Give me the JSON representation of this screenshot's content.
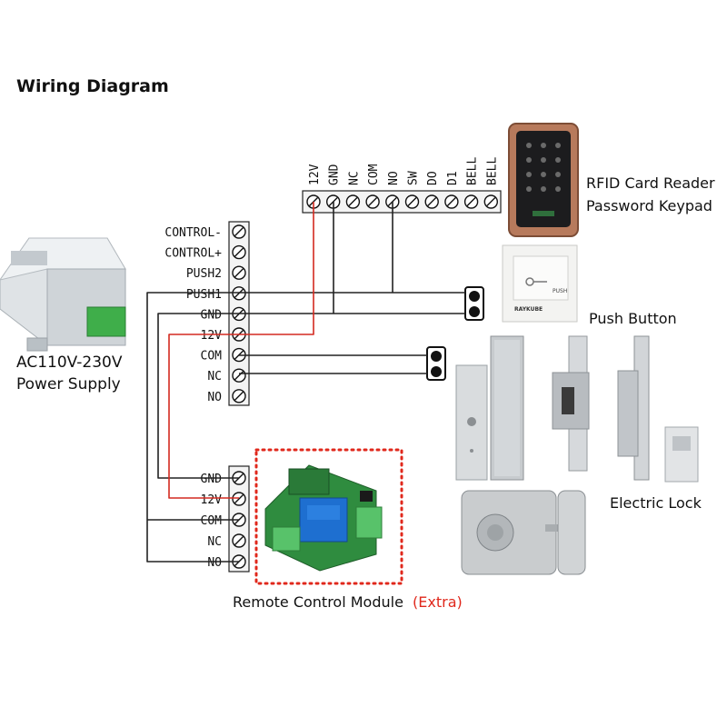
{
  "title": "Wiring Diagram",
  "power_supply": {
    "label_line1": "AC110V-230V",
    "label_line2": "Power Supply",
    "terminals": [
      "CONTROL-",
      "CONTROL+",
      "PUSH2",
      "PUSH1",
      "GND",
      "12V",
      "COM",
      "NC",
      "NO"
    ]
  },
  "reader": {
    "label_line1": "RFID Card Reader",
    "label_line2": "Password Keypad",
    "terminals": [
      "12V",
      "GND",
      "NC",
      "COM",
      "NO",
      "SW",
      "DO",
      "D1",
      "BELL",
      "BELL"
    ]
  },
  "push_button": {
    "label": "Push Button",
    "face_text": "PUSH",
    "brand": "RAYKUBE"
  },
  "electric_lock": {
    "label": "Electric Lock"
  },
  "remote_module": {
    "label": "Remote Control Module",
    "label_extra": "(Extra)",
    "terminals": [
      "GND",
      "12V",
      "COM",
      "NC",
      "NO"
    ]
  },
  "colors": {
    "wire": "#222222",
    "power_wire": "#d42a20",
    "dotted_border": "#e0281c"
  }
}
